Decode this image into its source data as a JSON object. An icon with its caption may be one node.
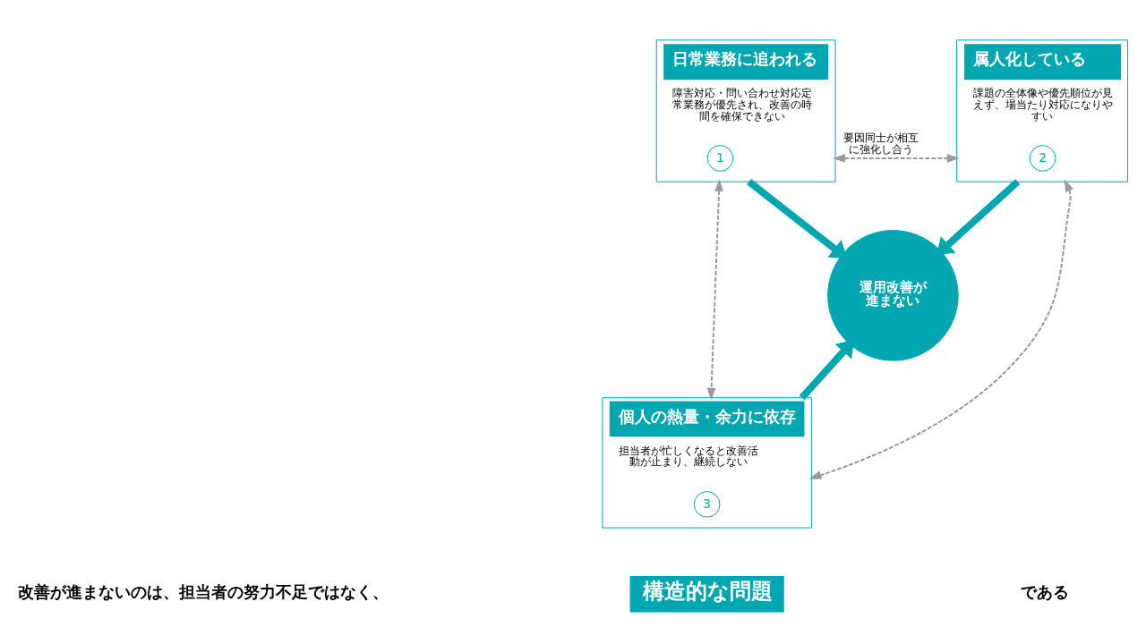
{
  "diagram": {
    "nodes": [
      {
        "text": [
          "日常業務に追われる",
          "障害対応・問い合わせ対応定常業務が優先され、改善の時間を確保できない"
        ]
      },
      {
        "text": [
          "1"
        ],
        "in": 0
      },
      {
        "text": [
          "属人化している",
          "課題の全体像や優先順位が見えず、場当たり対応になりやすい"
        ]
      },
      {
        "text": [
          "2"
        ],
        "in": 2
      },
      {
        "text": [
          "運用改善が進まない"
        ]
      },
      {
        "text": [
          "個人の熱量・余力に依存",
          "担当者が忙しくなると改善活動が止まり、継続しない"
        ]
      },
      {
        "text": [
          "3"
        ],
        "in": 5
      },
      {
        "text": [
          "構造的な問題"
        ]
      }
    ],
    "edges": [
      {
        "from": 0,
        "to": 4,
        "arrow": "to",
        "style": "thick"
      },
      {
        "from": 2,
        "to": 4,
        "arrow": "to",
        "style": "thick"
      },
      {
        "from": 5,
        "to": 4,
        "arrow": "to",
        "style": "thick"
      },
      {
        "from": 0,
        "to": 2,
        "arrow": "both",
        "style": "dashed",
        "color": "#999999",
        "label": "要因同士が相互に強化し合う"
      },
      {
        "from": 0,
        "to": 5,
        "arrow": "both",
        "style": "dashed",
        "color": "#999999"
      },
      {
        "from": 2,
        "to": 5,
        "arrow": "both",
        "style": "dashed",
        "color": "#999999"
      }
    ],
    "labels": [
      "改善が進まないのは、担当者の努力不足ではなく、",
      "である"
    ]
  }
}
